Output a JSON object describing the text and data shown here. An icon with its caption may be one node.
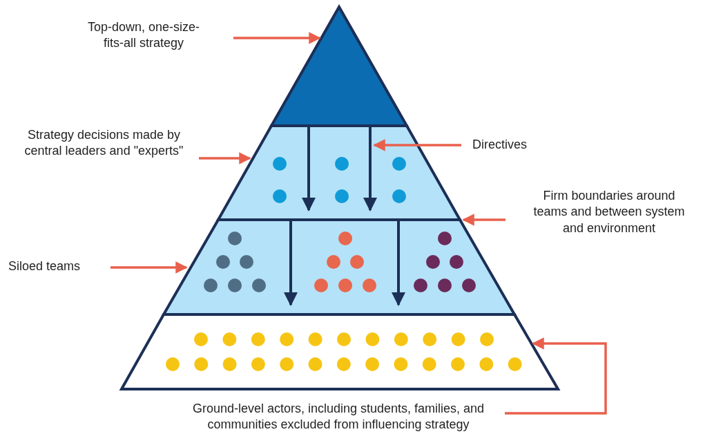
{
  "diagram": {
    "nodes": [
      {
        "text": [
          "Top-down, one-size-fits-all strategy"
        ]
      },
      {
        "text": [],
        "shape": "triangle"
      },
      {
        "text": [
          "Strategy decisions made by central leaders and \"experts\""
        ]
      },
      {
        "text": [],
        "shape": "trapezoid"
      },
      {
        "text": [
          "Directives"
        ]
      },
      {
        "text": [
          "Firm boundaries around teams and between system and environment"
        ]
      },
      {
        "text": [
          "Siloed teams"
        ]
      },
      {
        "text": [],
        "shape": "trapezoid"
      },
      {
        "text": [],
        "shape": "trapezoid"
      },
      {
        "text": [
          "Ground-level actors, including students, families, and communities excluded from influencing strategy"
        ]
      }
    ],
    "edges": [
      {
        "from": 0,
        "to": 1,
        "arrow": "to"
      },
      {
        "from": 2,
        "to": 3,
        "arrow": "to"
      },
      {
        "from": 4,
        "to": 3,
        "arrow": "to"
      },
      {
        "from": 5,
        "to": 3,
        "arrow": "to"
      },
      {
        "from": 6,
        "to": 7,
        "arrow": "to"
      },
      {
        "from": 9,
        "to": 8,
        "arrow": "to"
      },
      {
        "from": 1,
        "to": 3,
        "arrow": "to",
        "color": "#1c2f57"
      },
      {
        "from": 1,
        "to": 3,
        "arrow": "to",
        "color": "#1c2f57"
      },
      {
        "from": 3,
        "to": 7,
        "arrow": "to",
        "color": "#1c2f57"
      },
      {
        "from": 3,
        "to": 7,
        "arrow": "to",
        "color": "#1c2f57"
      }
    ]
  }
}
